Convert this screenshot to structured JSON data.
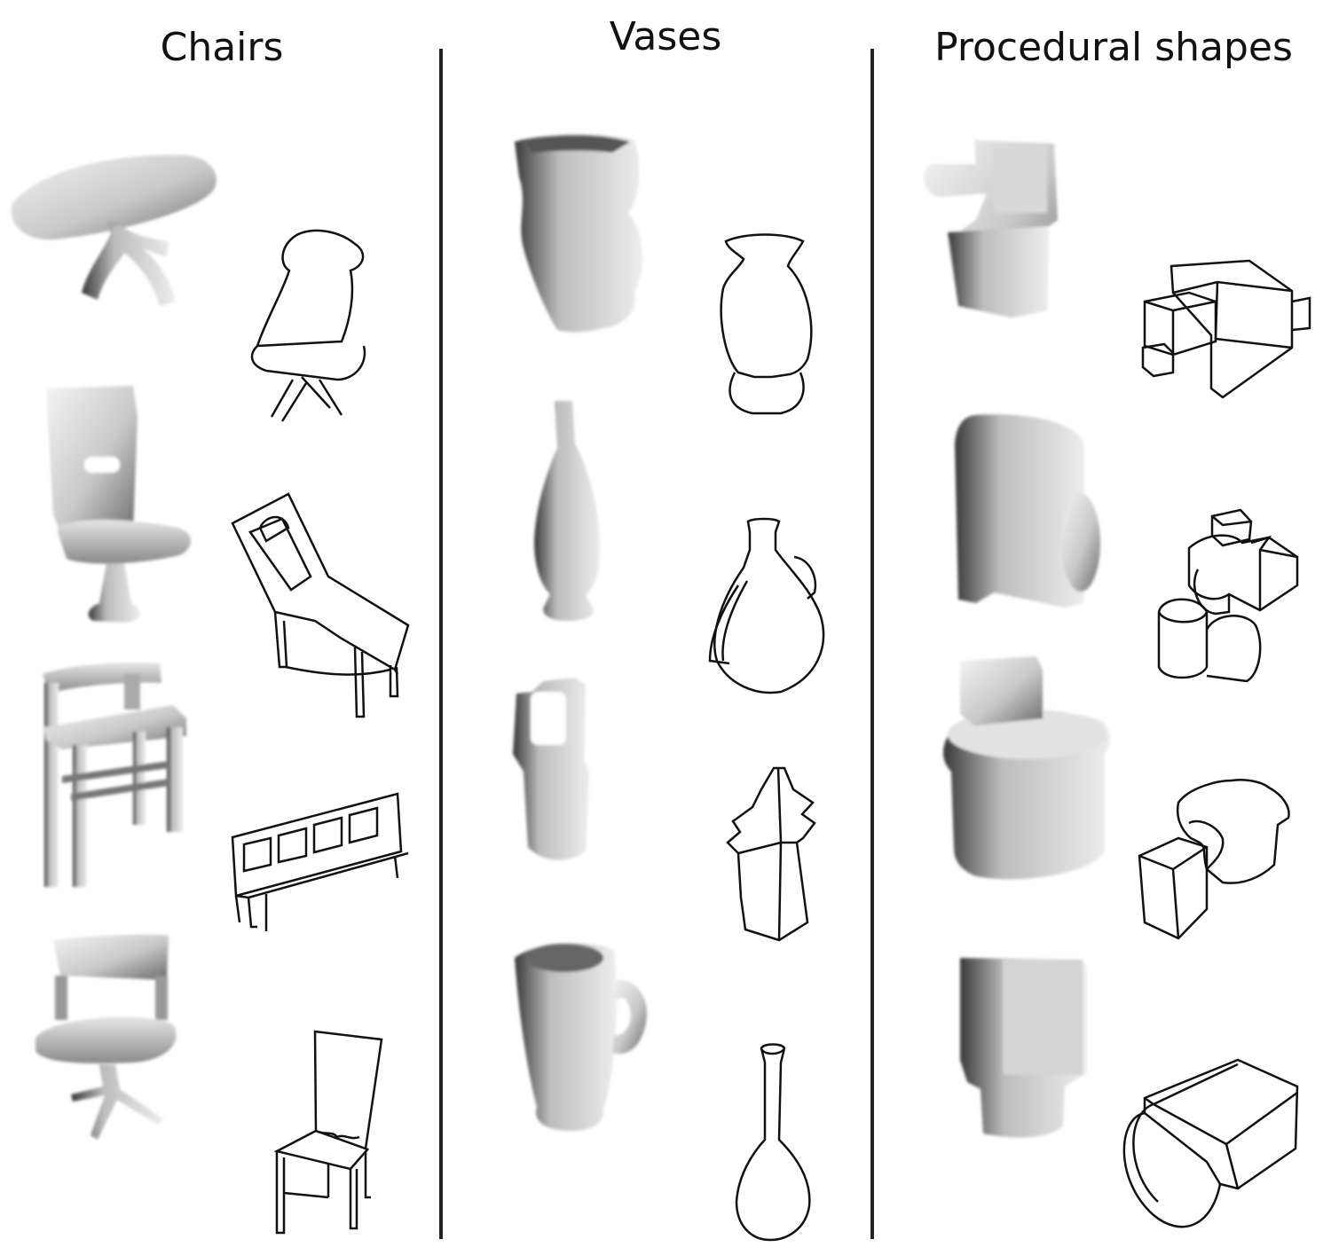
{
  "columns": [
    {
      "title": "Chairs"
    },
    {
      "title": "Vases"
    },
    {
      "title": "Procedural shapes"
    }
  ],
  "colors": {
    "line": "#111111",
    "shade_light": "#f2f2f2",
    "shade_mid": "#b5b5b5",
    "shade_dark": "#3d3d3d"
  }
}
